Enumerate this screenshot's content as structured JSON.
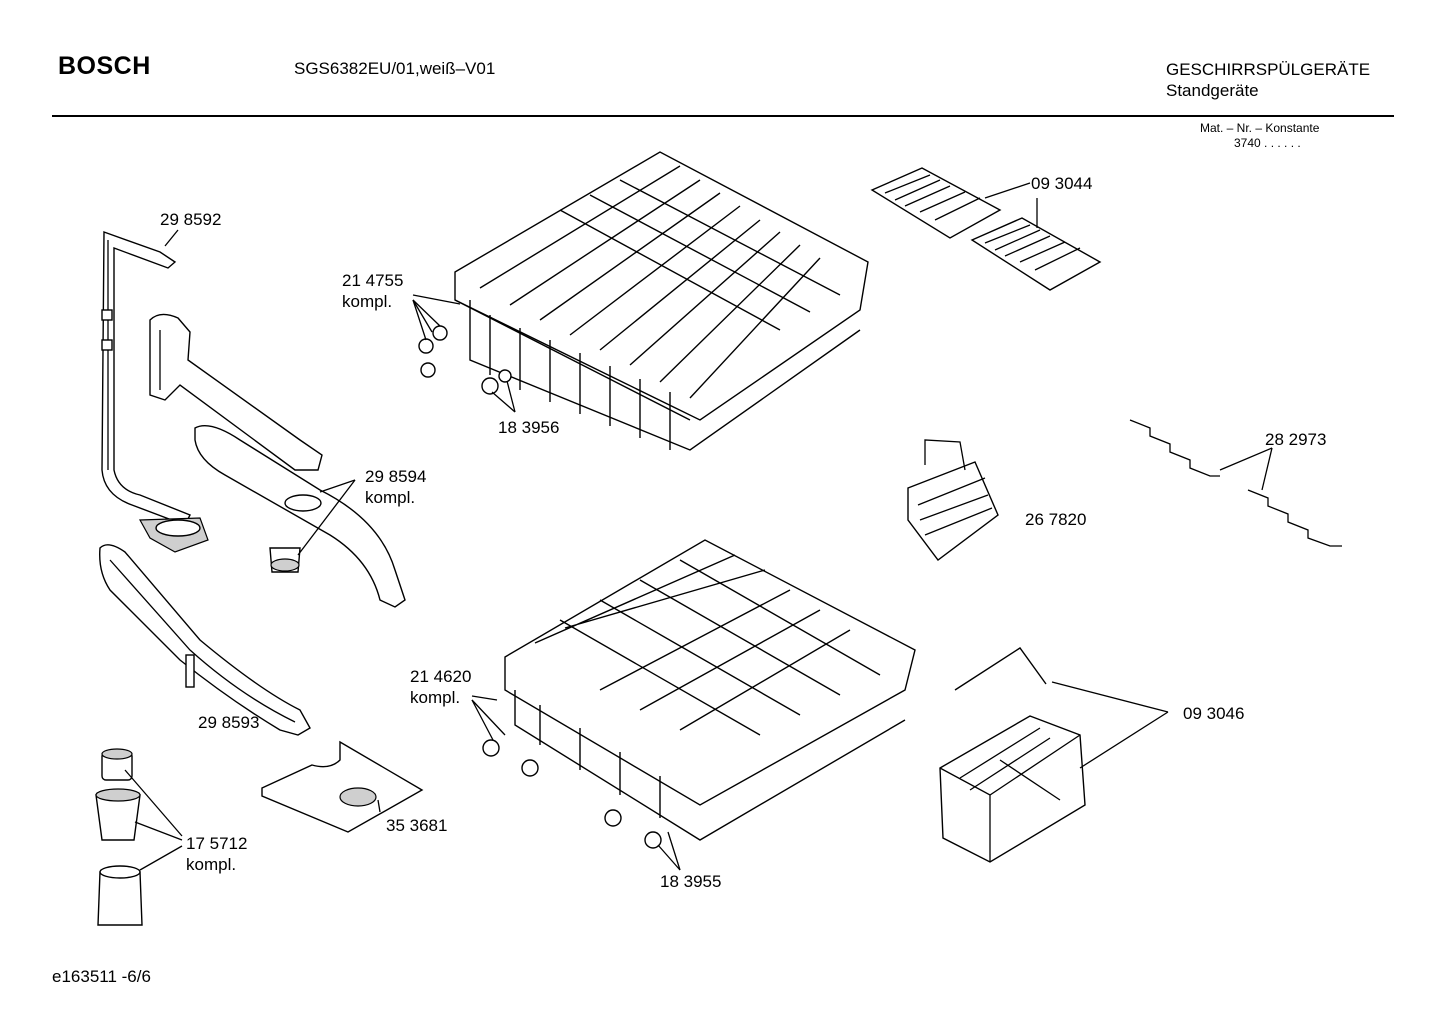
{
  "header": {
    "brand": "BOSCH",
    "model": "SGS6382EU/01,weiß–V01",
    "category_line1": "GESCHIRRSPÜLGERÄTE",
    "category_line2": "Standgeräte",
    "mat_label": "Mat. – Nr. – Konstante",
    "mat_value": "3740  .  .   .  .  .  ."
  },
  "parts": {
    "p298592": "29 8592",
    "p214755": "21 4755",
    "p214755_sub": "kompl.",
    "p183956": "18 3956",
    "p093044": "09 3044",
    "p282973": "28 2973",
    "p298594": "29 8594",
    "p298594_sub": "kompl.",
    "p267820": "26 7820",
    "p298593": "29 8593",
    "p214620": "21 4620",
    "p214620_sub": "kompl.",
    "p093046": "09 3046",
    "p353681": "35 3681",
    "p175712": "17 5712",
    "p175712_sub": "kompl.",
    "p183955": "18 3955"
  },
  "footer": {
    "code": "e163511 -6/6"
  }
}
